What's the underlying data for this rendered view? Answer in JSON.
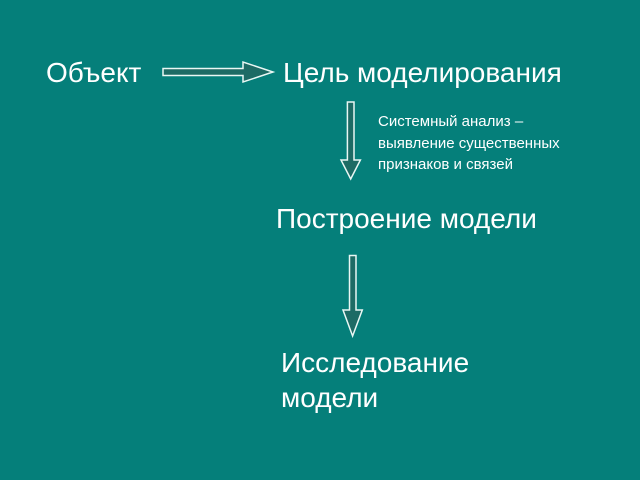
{
  "colors": {
    "background": "#057f7a",
    "text": "#ffffff",
    "arrow_fill": "#1d6b65",
    "arrow_stroke": "#e9f7f4"
  },
  "diagram": {
    "nodes": {
      "object": "Объект",
      "goal": "Цель моделирования",
      "build": "Построение модели",
      "research": "Исследование модели"
    },
    "annotation": {
      "line1": "Системный анализ –",
      "line2": "выявление существенных",
      "line3": "признаков и связей"
    },
    "arrows": [
      {
        "name": "object-to-goal",
        "direction": "right"
      },
      {
        "name": "goal-to-build",
        "direction": "down"
      },
      {
        "name": "build-to-research",
        "direction": "down"
      }
    ]
  }
}
